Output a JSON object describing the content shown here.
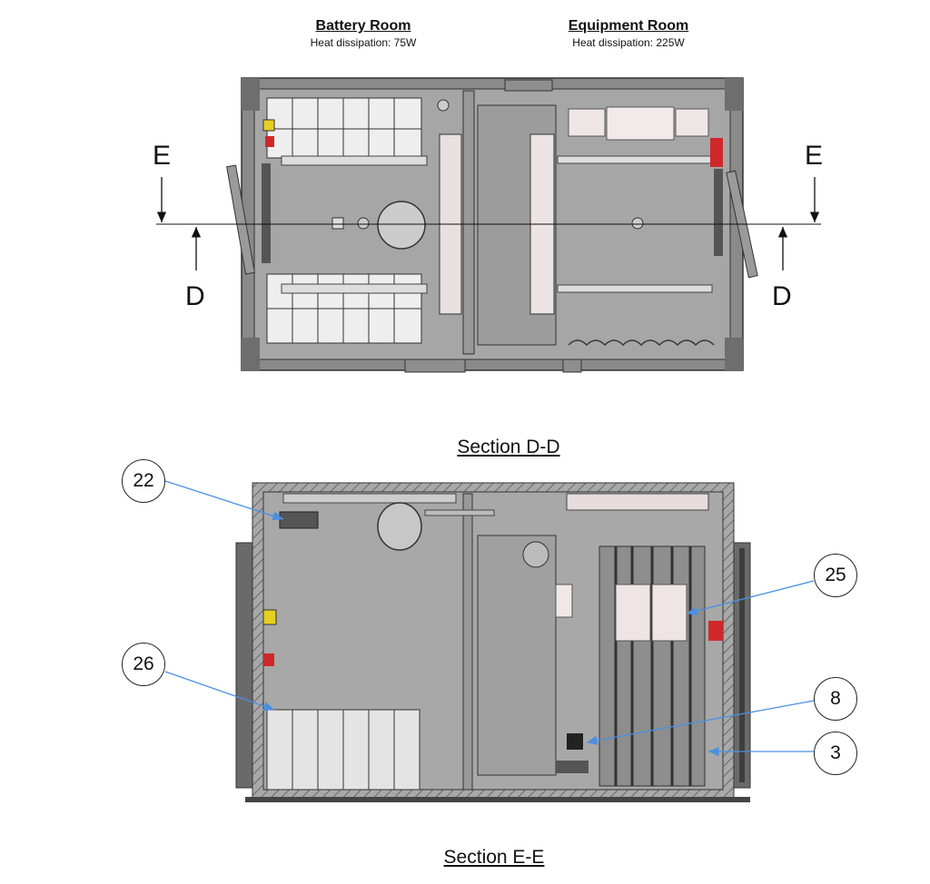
{
  "rooms": {
    "battery": {
      "title": "Battery Room",
      "heat": "Heat dissipation: 75W"
    },
    "equipment": {
      "title": "Equipment Room",
      "heat": "Heat dissipation: 225W"
    }
  },
  "cut_lines": {
    "e_left": "E",
    "e_right": "E",
    "d_left": "D",
    "d_right": "D"
  },
  "sections": {
    "dd": "Section D-D",
    "ee": "Section E-E"
  },
  "callouts": {
    "c22": "22",
    "c26": "26",
    "c25": "25",
    "c8": "8",
    "c3": "3"
  },
  "colors": {
    "housing": "#9a9a9a",
    "frame": "#7a7a7a",
    "leader": "#4a90e2",
    "accent_red": "#d0282a",
    "accent_yellow": "#e6d020"
  }
}
